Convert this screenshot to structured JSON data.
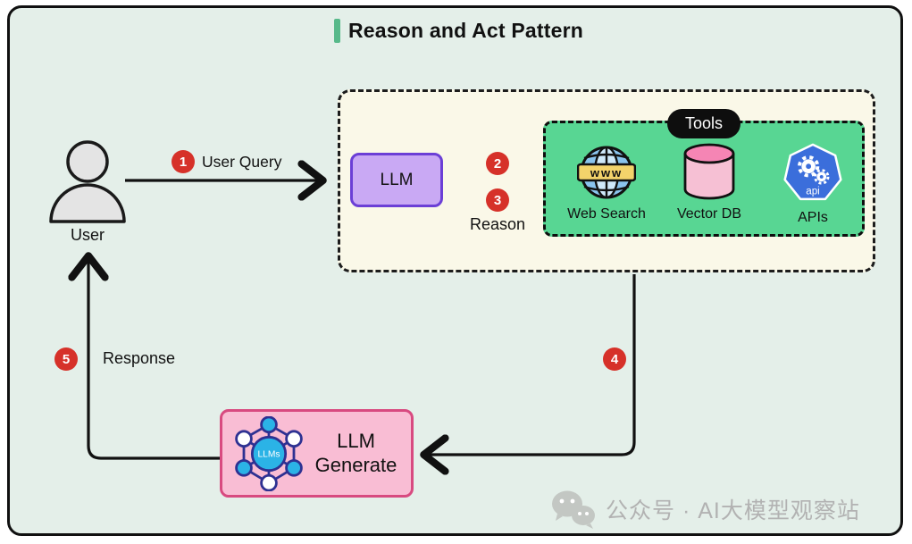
{
  "title": {
    "text": "Reason and Act Pattern"
  },
  "actors": {
    "user_label": "User"
  },
  "steps": {
    "s1": {
      "num": "1",
      "label": "User Query"
    },
    "s2": {
      "num": "2"
    },
    "s3": {
      "num": "3",
      "label": "Reason"
    },
    "s4": {
      "num": "4"
    },
    "s5": {
      "num": "5",
      "label": "Response"
    }
  },
  "llm": {
    "label": "LLM"
  },
  "tools": {
    "title": "Tools",
    "items": [
      {
        "label": "Web Search",
        "icon": "globe-www-icon",
        "icon_text": "www"
      },
      {
        "label": "Vector DB",
        "icon": "database-cylinder-icon"
      },
      {
        "label": "APIs",
        "icon": "api-heptagon-icon",
        "icon_text": "api"
      }
    ]
  },
  "generate": {
    "label": "LLM Generate",
    "icon_text": "LLMs"
  },
  "watermark": {
    "text": "公众号 · AI大模型观察站"
  },
  "colors": {
    "background_mint": "#e4efe9",
    "panel_cream": "#faf8e8",
    "tools_green": "#58d693",
    "title_accent_green": "#57b98a",
    "llm_purple_fill": "#c9a9f4",
    "llm_purple_border": "#6b3fd6",
    "generate_pink_fill": "#f9bdd4",
    "generate_pink_border": "#d84a80",
    "badge_red": "#d63129",
    "api_blue": "#3b6edb",
    "globe_blue": "#8ac4ee",
    "banner_yellow": "#f3d36b",
    "cylinder_pink": "#f6c0d4",
    "cylinder_top_pink": "#f585b4",
    "molecule_navy": "#2e3192",
    "molecule_cyan": "#2bb3e6",
    "watermark_gray": "#b2b2b2"
  }
}
